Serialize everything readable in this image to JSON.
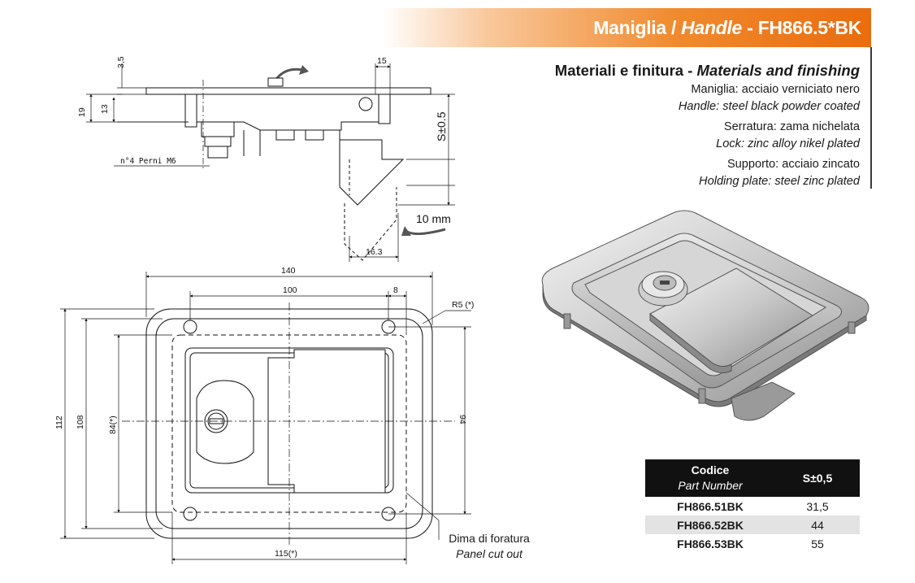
{
  "header": {
    "title_it": "Maniglia",
    "separator": "/",
    "title_en": "Handle",
    "dash": "-",
    "code": "FH866.5*BK"
  },
  "materials": {
    "title_it": "Materiali e finitura -",
    "title_en": "Materials and finishing",
    "items": [
      {
        "it": "Maniglia: acciaio verniciato nero",
        "en": "Handle: steel black powder coated"
      },
      {
        "it": "Serratura: zama nichelata",
        "en": "Lock: zinc alloy nikel plated"
      },
      {
        "it": "Supporto: acciaio zincato",
        "en": "Holding plate: steel zinc plated"
      }
    ]
  },
  "side_view": {
    "dim_3_5": "3,5",
    "dim_19": "19",
    "dim_13": "13",
    "dim_15": "15",
    "dim_s": "S±0.5",
    "pins_label": "n°4 Perni M6",
    "dim_10mm": "10 mm",
    "dim_16_3": "16.3"
  },
  "front_view": {
    "dim_140": "140",
    "dim_100": "100",
    "dim_8": "8",
    "dim_r5": "R5 (*)",
    "dim_112": "112",
    "dim_108": "108",
    "dim_84": "84(*)",
    "dim_94": "94",
    "dim_115": "115(*)"
  },
  "cutout": {
    "it": "Dima di foratura",
    "en": "Panel cut out"
  },
  "parts_table": {
    "header_code_it": "Codice",
    "header_code_en": "Part Number",
    "header_s": "S±0,5",
    "rows": [
      {
        "code": "FH866.51BK",
        "s": "31,5"
      },
      {
        "code": "FH866.52BK",
        "s": "44"
      },
      {
        "code": "FH866.53BK",
        "s": "55"
      }
    ]
  }
}
